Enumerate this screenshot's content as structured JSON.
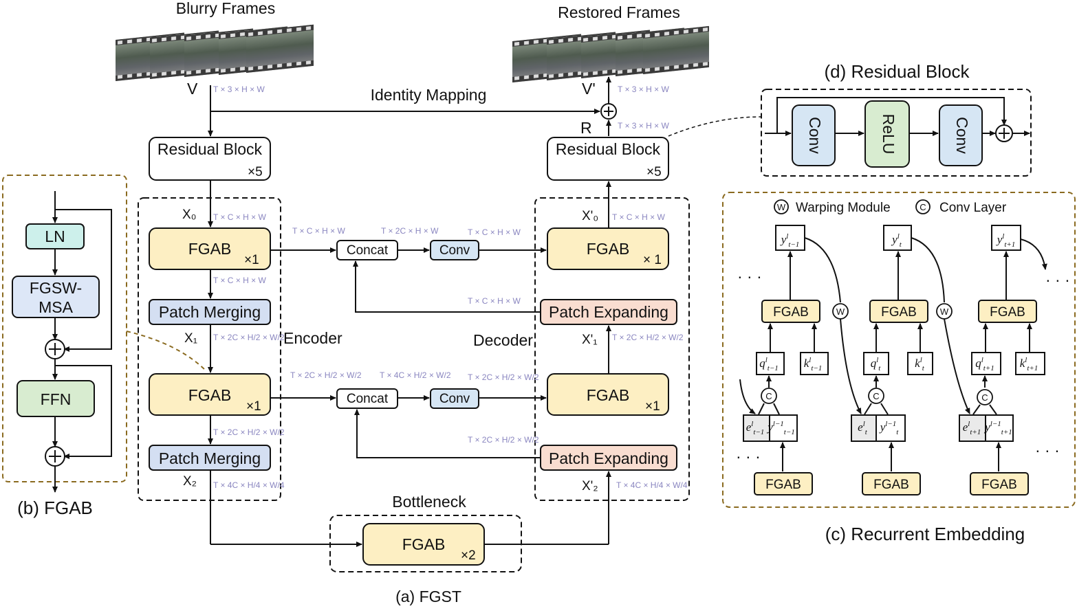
{
  "titles": {
    "blurry_frames": "Blurry Frames",
    "restored_frames": "Restored Frames",
    "residual_block_title": "(d) Residual Block",
    "fgab_title": "(b) FGAB",
    "fgst_title": "(a) FGST",
    "recurrent_title": "(c) Recurrent Embedding"
  },
  "labels": {
    "v": "V",
    "v_prime": "V'",
    "r": "R",
    "identity_mapping": "Identity Mapping",
    "encoder": "Encoder",
    "decoder": "Decoder",
    "bottleneck": "Bottleneck",
    "x0": "X₀",
    "x1": "X₁",
    "x2": "X₂",
    "x0p": "X'₀",
    "x1p": "X'₁",
    "x2p": "X'₂"
  },
  "dims": {
    "t3hw": "T × 3 × H × W",
    "tchw": "T × C × H × W",
    "t2chw": "T × 2C × H × W",
    "t2c_half": "T × 2C × H/2 × W/2",
    "t4c_half": "T × 4C × H/2 × W/2",
    "t4c_quarter": "T × 4C × H/4 × W/4"
  },
  "blocks": {
    "residual_block": "Residual Block",
    "x5": "×5",
    "fgab": "FGAB",
    "x1": "×1",
    "x1_spaced": "× 1",
    "x2": "×2",
    "patch_merging": "Patch Merging",
    "patch_expanding": "Patch Expanding",
    "concat": "Concat",
    "conv": "Conv"
  },
  "fgab_panel": {
    "ln": "LN",
    "fgsw_msa_1": "FGSW-",
    "fgsw_msa_2": "MSA",
    "ffn": "FFN"
  },
  "resblock_panel": {
    "conv": "Conv",
    "relu": "ReLU"
  },
  "recurrent_panel": {
    "warping_module": "Warping Module",
    "conv_layer": "Conv Layer",
    "w": "W",
    "c": "C",
    "ellipsis": "· · ·",
    "fgab": "FGAB"
  },
  "colors": {
    "fgab_fill": "#fdefc3",
    "merge_fill": "#d4dff2",
    "expand_fill": "#f9ddd0",
    "ln_fill": "#cdf0eb",
    "msa_fill": "#dde7f7",
    "ffn_fill": "#d8ecd0",
    "conv_fill": "#d6e6f4",
    "relu_fill": "#d8ecd0",
    "dashed_gold": "#8a6a1f",
    "dim_text": "#8a86c0"
  }
}
